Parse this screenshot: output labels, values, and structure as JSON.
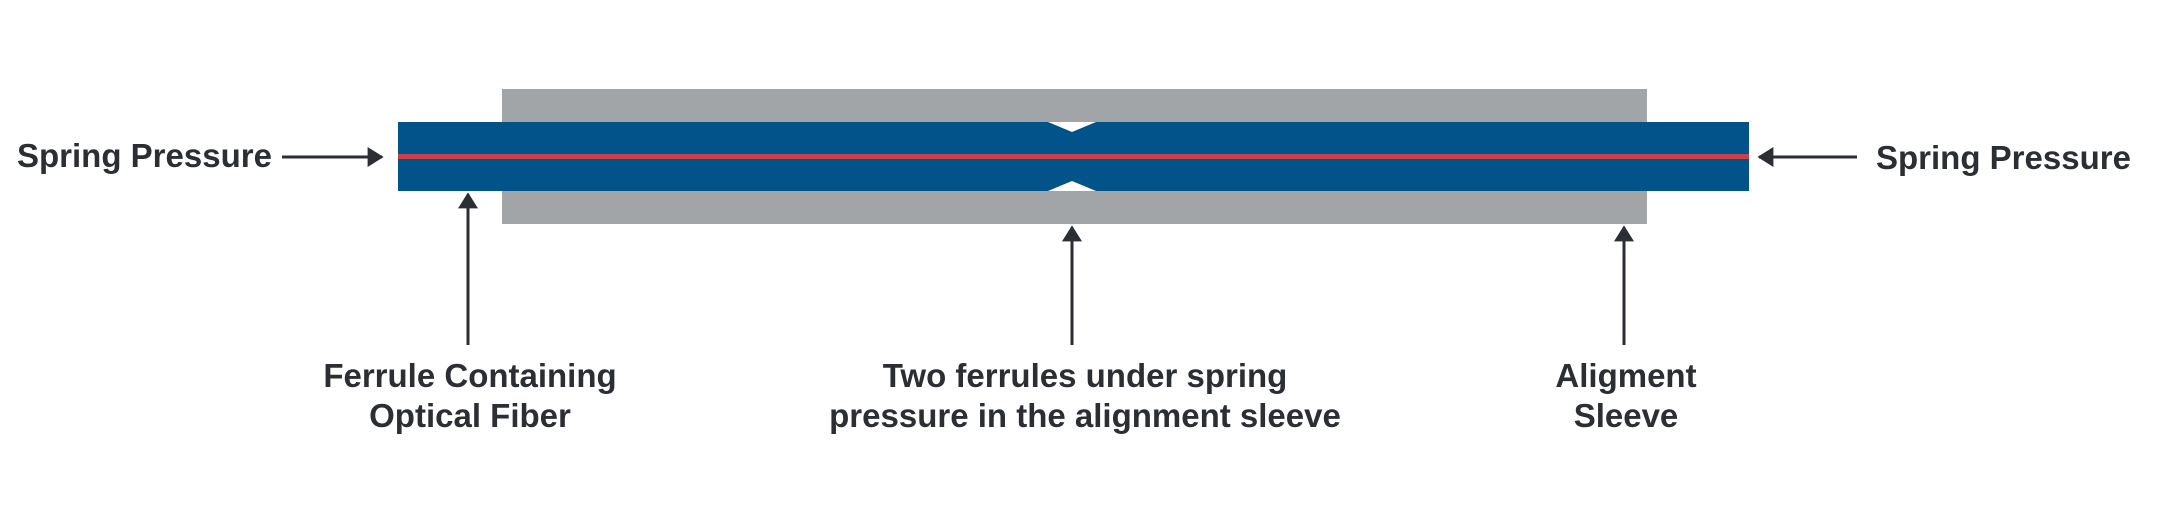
{
  "colors": {
    "ferrule": "#02538a",
    "fiber": "#c8414b",
    "sleeve": "#a2a5a8",
    "text": "#2b2e33"
  },
  "labels": {
    "spring_left": "Spring Pressure",
    "spring_right": "Spring Pressure",
    "ferrule": [
      "Ferrule Containing",
      "Optical Fiber"
    ],
    "contact": [
      "Two ferrules under spring",
      "pressure in the alignment sleeve"
    ],
    "sleeve": [
      "Aligment",
      "Sleeve"
    ]
  }
}
